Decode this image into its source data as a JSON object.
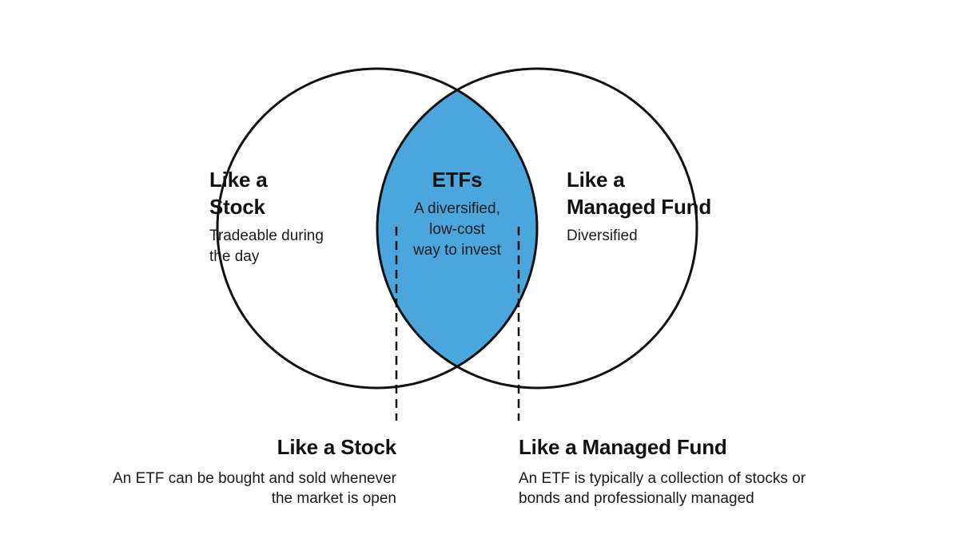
{
  "diagram": {
    "left_circle": {
      "title_line1": "Like a",
      "title_line2": "Stock",
      "desc_line1": "Tradeable during",
      "desc_line2": "the day"
    },
    "center": {
      "title": "ETFs",
      "desc_line1": "A diversified,",
      "desc_line2": "low-cost",
      "desc_line3": "way to invest"
    },
    "right_circle": {
      "title_line1": "Like a",
      "title_line2": "Managed Fund",
      "desc_line1": "Diversified"
    },
    "bottom_left": {
      "title": "Like a Stock",
      "desc_line1": "An ETF can be bought and sold whenever",
      "desc_line2": "the market is open"
    },
    "bottom_right": {
      "title": "Like a Managed Fund",
      "desc_line1": "An ETF is typically a collection of stocks or",
      "desc_line2": "bonds and professionally managed"
    },
    "colors": {
      "overlap_fill": "#4BA6DE",
      "stroke": "#111111"
    }
  }
}
